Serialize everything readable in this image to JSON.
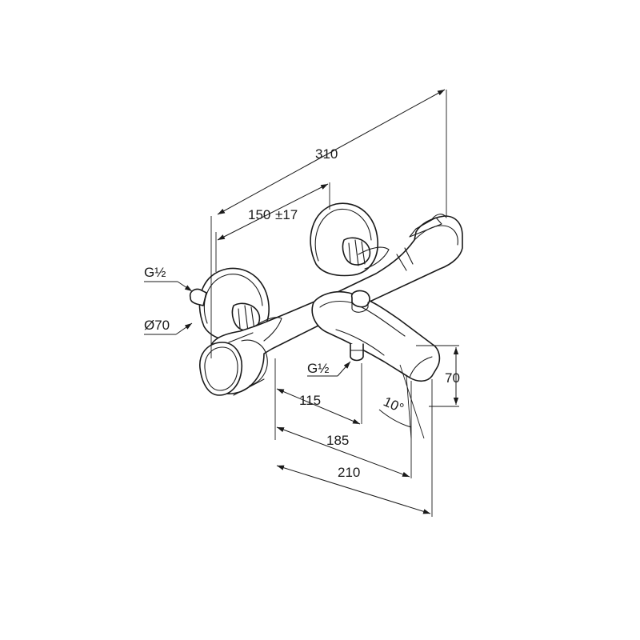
{
  "drawing": {
    "labels": {
      "overall_width": "310",
      "inlet_spacing": "150",
      "inlet_tolerance": "±17",
      "thread_inlet": "G½",
      "escutcheon_diameter": "Ø70",
      "thread_outlet": "G½",
      "spout_height": "70",
      "outlet_offset": "115",
      "spout_reach": "185",
      "spout_length": "210",
      "spout_angle": "10°"
    },
    "colors": {
      "line": "#1a1a1a",
      "background": "#ffffff"
    }
  }
}
